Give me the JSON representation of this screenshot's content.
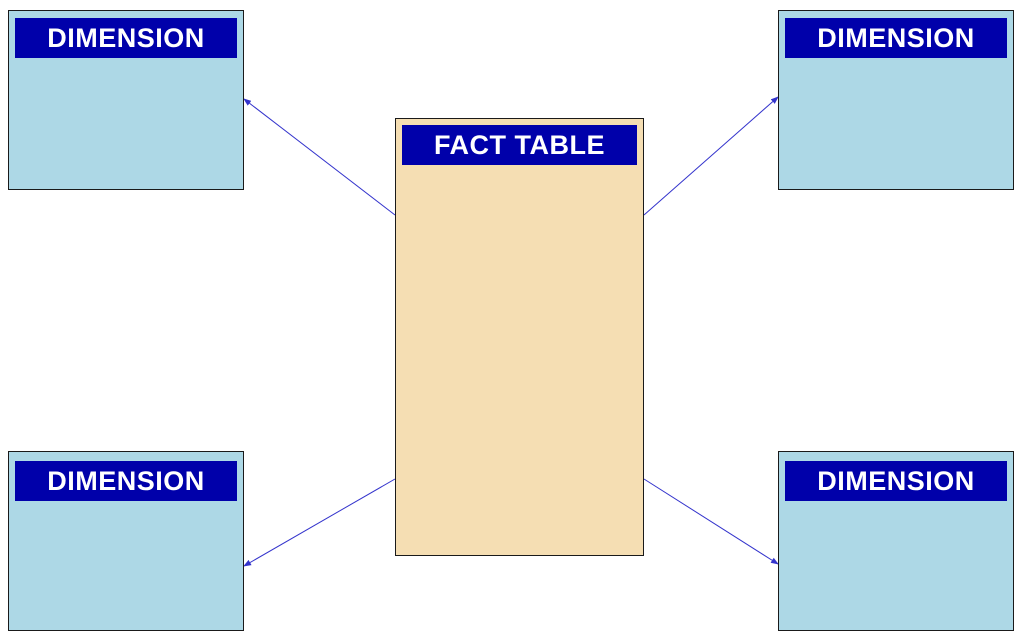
{
  "diagram": {
    "fact_table": {
      "title": "FACT TABLE"
    },
    "dimensions": [
      {
        "id": "top-left",
        "title": "DIMENSION"
      },
      {
        "id": "top-right",
        "title": "DIMENSION"
      },
      {
        "id": "bottom-left",
        "title": "DIMENSION"
      },
      {
        "id": "bottom-right",
        "title": "DIMENSION"
      }
    ],
    "connector_color": "#3333cc",
    "colors": {
      "header_bg": "#0000aa",
      "header_text": "#ffffff",
      "dimension_bg": "#add8e6",
      "fact_bg": "#f5deb3"
    }
  }
}
